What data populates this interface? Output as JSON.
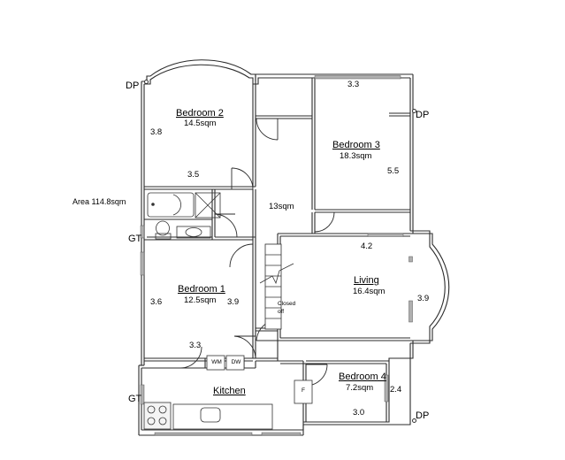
{
  "plan": {
    "title_area_label": "Area 114.8sqm",
    "rooms": [
      {
        "id": "bedroom2",
        "name": "Bedroom 2",
        "area": "14.5sqm"
      },
      {
        "id": "bedroom3",
        "name": "Bedroom 3",
        "area": "18.3sqm"
      },
      {
        "id": "bedroom1",
        "name": "Bedroom 1",
        "area": "12.5sqm"
      },
      {
        "id": "living",
        "name": "Living",
        "area": "16.4sqm"
      },
      {
        "id": "bedroom4",
        "name": "Bedroom 4",
        "area": "7.2sqm"
      },
      {
        "id": "kitchen",
        "name": "Kitchen",
        "area": ""
      },
      {
        "id": "hall",
        "name": "",
        "area": "13sqm"
      }
    ],
    "dimensions": {
      "bedroom2_left": "3.8",
      "bedroom2_bottom": "3.5",
      "bedroom3_top": "3.3",
      "bedroom3_right": "5.5",
      "bedroom1_left": "3.6",
      "bedroom1_right": "3.9",
      "bedroom1_bottom": "3.3",
      "living_top": "4.2",
      "living_right": "3.9",
      "bedroom4_right": "2.4",
      "bedroom4_bottom": "3.0"
    },
    "markers": [
      {
        "id": "dp-top-left",
        "label": "DP"
      },
      {
        "id": "dp-top-right",
        "label": "DP"
      },
      {
        "id": "dp-bottom-right",
        "label": "DP"
      },
      {
        "id": "gt-mid-left",
        "label": "GT"
      },
      {
        "id": "gt-bottom-left",
        "label": "GT"
      }
    ],
    "appliances": [
      {
        "id": "washing-machine",
        "label": "WM"
      },
      {
        "id": "dishwasher",
        "label": "DW"
      },
      {
        "id": "fridge",
        "label": "F"
      }
    ],
    "annotations": [
      {
        "id": "stairs-note",
        "line1": "Closed",
        "line2": "off"
      }
    ],
    "colors": {
      "wall": "#1a1a1a",
      "thin_line": "#555555",
      "window_fill": "#b0b0b0",
      "background": "#ffffff",
      "text": "#000000"
    }
  }
}
